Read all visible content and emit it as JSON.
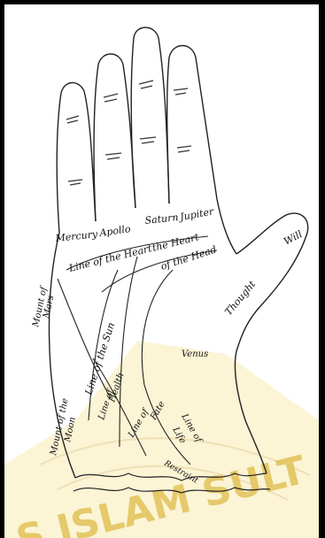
{
  "fingers": {
    "mercury": "Mercury",
    "apollo": "Apollo",
    "saturn": "Saturn",
    "jupiter": "Jupiter"
  },
  "thumb": {
    "will": "Will",
    "thought": "Thought"
  },
  "lines": {
    "heart_1": "Line of the Heart",
    "heart_2": "the Heart",
    "head": "of the Head",
    "sun": "Line of the Sun",
    "health_1": "Line of",
    "health_2": "Health",
    "fate_1": "Line of",
    "fate_2": "Fate",
    "life_1": "Line of",
    "life_2": "Life"
  },
  "mounts": {
    "mars_1": "Mount of",
    "mars_2": "Mars",
    "moon_1": "Mount of the",
    "moon_2": "Moon",
    "venus": "Venus",
    "rascettes": "Restraint"
  },
  "watermark": {
    "text": "S ISLAM SULT",
    "color": "#e8c75a"
  }
}
